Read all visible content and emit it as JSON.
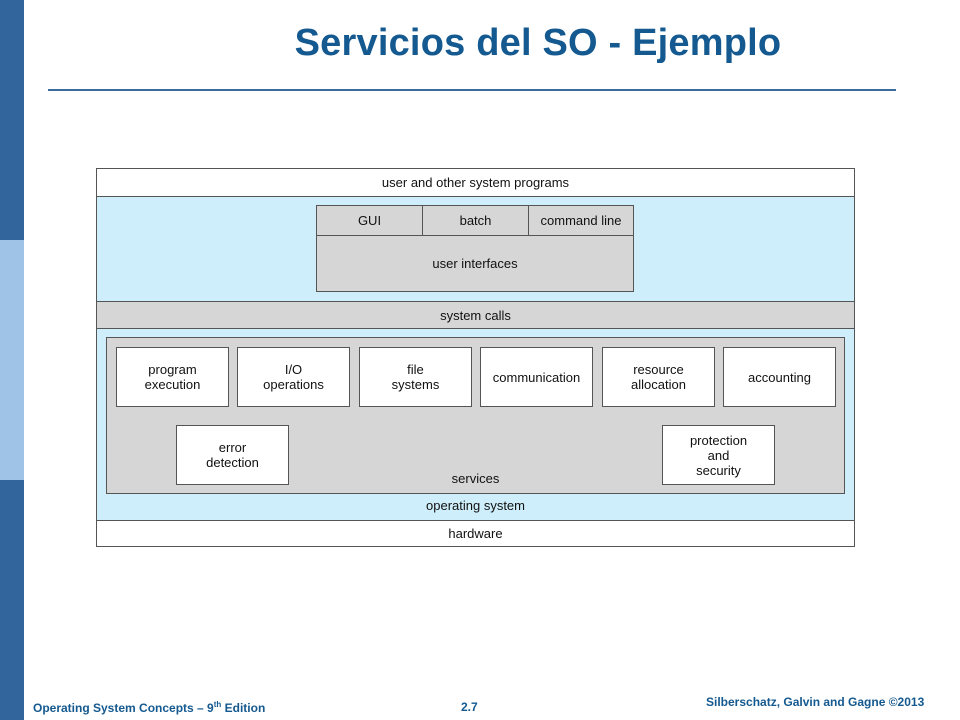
{
  "title": "Servicios del SO - Ejemplo",
  "diagram": {
    "user_programs": "user and other system programs",
    "ui_options": [
      "GUI",
      "batch",
      "command line"
    ],
    "user_interfaces": "user interfaces",
    "system_calls": "system calls",
    "services_top": [
      "program\nexecution",
      "I/O\noperations",
      "file\nsystems",
      "communication",
      "resource\nallocation",
      "accounting"
    ],
    "services_bottom": [
      "error\ndetection",
      "protection\nand\nsecurity"
    ],
    "services_label": "services",
    "operating_system": "operating system",
    "hardware": "hardware"
  },
  "footer": {
    "book": "Operating System Concepts – 9",
    "edition_sup": "th",
    "edition_suffix": " Edition",
    "page": "2.7",
    "copyright": "Silberschatz, Galvin and Gagne ©2013"
  },
  "colors": {
    "title": "#14598f",
    "band_blue": "#cdeefa",
    "band_gray": "#d6d6d6",
    "sidebar_dark": "#31659c",
    "sidebar_light": "#9fc2e7"
  }
}
